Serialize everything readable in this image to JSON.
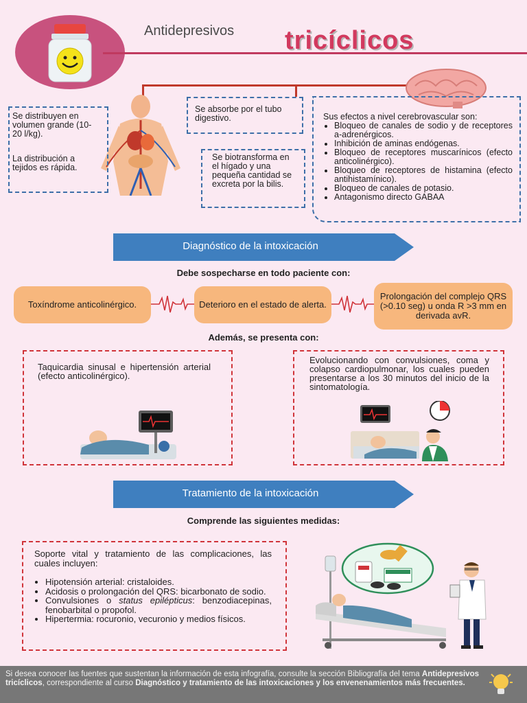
{
  "header": {
    "title_small": "Antidepresivos",
    "title_big": "tricíclicos"
  },
  "pharmacokinetics": {
    "distribution_1": "Se distribuyen en volumen grande (10-20 l/kg).",
    "distribution_2": "La distribución a tejidos es rápida.",
    "absorption": "Se absorbe por el tubo digestivo.",
    "metabolism": "Se biotransforma en el hígado y una pequeña cantidad se excreta por la bilis.",
    "effects_intro": "Sus efectos a nivel cerebrovascular son:",
    "effects": [
      "Bloqueo de canales de sodio y de receptores a-adrenérgicos.",
      "Inhibición de aminas endógenas.",
      "Bloqueo de receptores muscarínicos (efecto anticolinérgico).",
      "Bloqueo de receptores de histamina (efecto antihistamínico).",
      "Bloqueo de canales de potasio.",
      "Antagonismo directo GABAA"
    ]
  },
  "diagnosis": {
    "banner": "Diagnóstico de la intoxicación",
    "suspect": "Debe sospecharse en todo paciente con:",
    "pills": [
      "Toxíndrome anticolinérgico.",
      "Deterioro en el estado de alerta.",
      "Prolongación del complejo QRS (>0.10 seg) u onda R >3 mm en derivada avR."
    ],
    "also": "Además, se presenta con:",
    "box_left": "Taquicardia sinusal e hipertensión arterial (efecto anticolinérgico).",
    "box_right": "Evolucionando con convulsiones, coma y colapso cardiopulmonar, los cuales pueden presentarse a los 30 minutos del inicio de la sintomatología."
  },
  "treatment": {
    "banner": "Tratamiento de la intoxicación",
    "comprises": "Comprende las siguientes medidas:",
    "intro": "Soporte vital y tratamiento de las complicaciones, las cuales incluyen:",
    "items": [
      "Hipotensión arterial: cristaloides.",
      "Acidosis o prolongación del QRS: bicarbonato de sodio.",
      "Convulsiones o ",
      "Hipertermia: rocuronio, vecuronio y medios físicos."
    ],
    "status_italic": "status epilépticus",
    "seizure_rest": ": benzodiacepinas, fenobarbital o propofol."
  },
  "footer": {
    "part1": "Si desea conocer las fuentes que sustentan la información de esta infografía, consulte la sección Bibliografía del tema ",
    "topic": "Antidepresivos tricíclicos",
    "part2": ", correspondiente al curso ",
    "course": "Diagnóstico y tratamiento de las intoxicaciones y los envenenamientos más frecuentes."
  },
  "colors": {
    "background": "#fbe9f2",
    "accent": "#d2395e",
    "banner": "#3f7fbf",
    "pill": "#f7b77d",
    "dash_blue": "#3d6fa8",
    "dash_red": "#d0343a"
  }
}
